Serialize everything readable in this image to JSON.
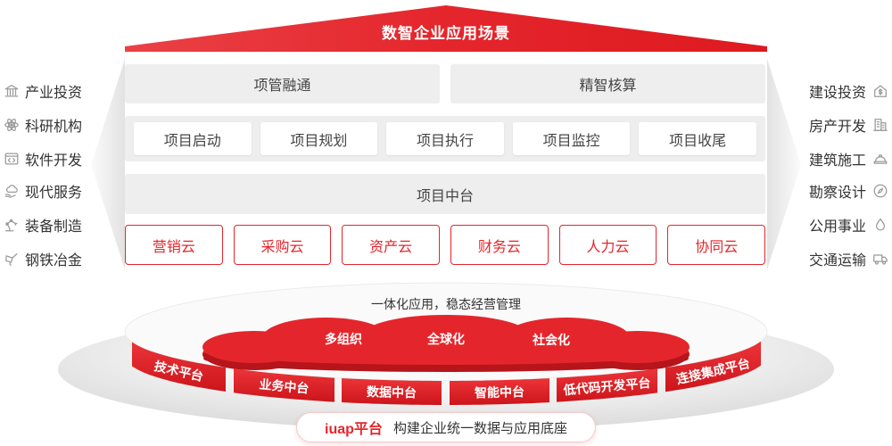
{
  "header": {
    "title": "数智企业应用场景"
  },
  "left_industries": [
    {
      "label": "产业投资",
      "icon": "bank-icon"
    },
    {
      "label": "科研机构",
      "icon": "atom-icon"
    },
    {
      "label": "软件开发",
      "icon": "code-window-icon"
    },
    {
      "label": "现代服务",
      "icon": "cloud-service-icon"
    },
    {
      "label": "装备制造",
      "icon": "robot-arm-icon"
    },
    {
      "label": "钢铁冶金",
      "icon": "ladle-icon"
    }
  ],
  "right_industries": [
    {
      "label": "建设投资",
      "icon": "dollar-building-icon"
    },
    {
      "label": "房产开发",
      "icon": "buildings-icon"
    },
    {
      "label": "建筑施工",
      "icon": "hardhat-icon"
    },
    {
      "label": "勘察设计",
      "icon": "compass-globe-icon"
    },
    {
      "label": "公用事业",
      "icon": "water-drop-icon"
    },
    {
      "label": "交通运输",
      "icon": "truck-icon"
    }
  ],
  "scenarios": {
    "top_row": [
      {
        "label": "项管融通"
      },
      {
        "label": "精智核算"
      }
    ],
    "phases": [
      {
        "label": "项目启动"
      },
      {
        "label": "项目规划"
      },
      {
        "label": "项目执行"
      },
      {
        "label": "项目监控"
      },
      {
        "label": "项目收尾"
      }
    ],
    "middle_platform": {
      "label": "项目中台"
    },
    "clouds": [
      {
        "label": "营销云"
      },
      {
        "label": "采购云"
      },
      {
        "label": "资产云"
      },
      {
        "label": "财务云"
      },
      {
        "label": "人力云"
      },
      {
        "label": "协同云"
      }
    ]
  },
  "tagline": "一体化应用，稳态经营管理",
  "core": {
    "features": [
      "多组织",
      "全球化",
      "社会化"
    ]
  },
  "platforms": [
    "技术平台",
    "业务中台",
    "数据中台",
    "智能中台",
    "低代码开发平台",
    "连接集成平台"
  ],
  "footer": {
    "brand": "iuap平台",
    "text": "构建企业统一数据与应用底座"
  },
  "colors": {
    "accent": "#e4262c",
    "accent_dark": "#b5151b",
    "panel_gray": "#eeeeee",
    "text": "#333333",
    "icon_gray": "#9b9b9b"
  }
}
